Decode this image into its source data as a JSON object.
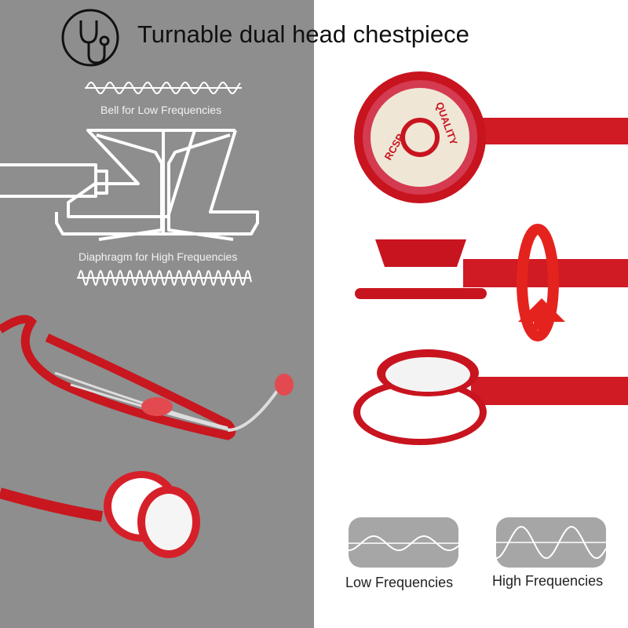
{
  "title": "Turnable dual head chestpiece",
  "bell_label": "Bell for Low Frequencies",
  "diaphragm_label": "Diaphragm for High Frequencies",
  "badge": {
    "brand": "RCSP",
    "text": "QUALITY"
  },
  "low_freq_label": "Low Frequencies",
  "high_freq_label": "High Frequencies",
  "icons": [
    "stethoscope-icon",
    "rotate-arrow-icon",
    "low-wave-icon",
    "high-wave-icon"
  ],
  "colors": {
    "left_bg": "#8e8e8e",
    "accent_red": "#d4202a",
    "wave_box": "#a6a6a6"
  }
}
